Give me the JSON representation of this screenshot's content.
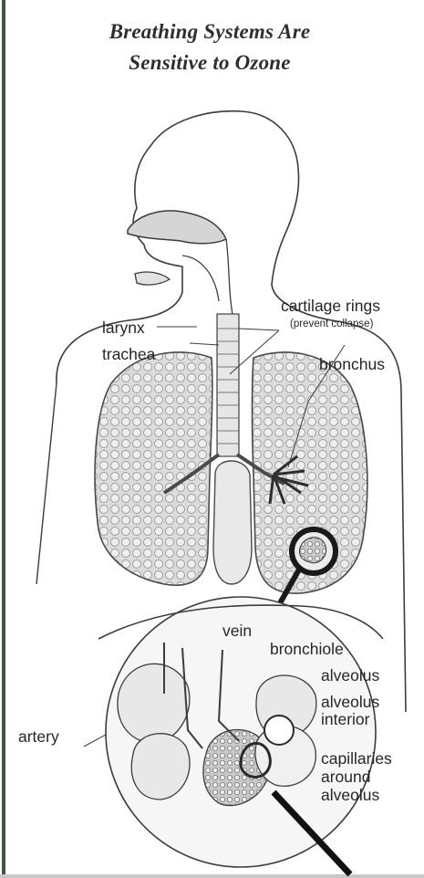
{
  "title": {
    "line1": "Breathing Systems Are",
    "line2": "Sensitive to Ozone"
  },
  "labels": {
    "larynx": "larynx",
    "trachea": "trachea",
    "cartilage_rings": "cartilage rings",
    "prevent_collapse": "(prevent collapse)",
    "bronchus": "bronchus",
    "vein": "vein",
    "bronchiole": "bronchiole",
    "alveolus": "alveolus",
    "alveolus_interior_1": "alveolus",
    "alveolus_interior_2": "interior",
    "artery": "artery",
    "capillaries_1": "capillaries",
    "capillaries_2": "around",
    "capillaries_3": "alveolus"
  },
  "colors": {
    "border_left": "#3a5a3a",
    "ink": "#3c3c3c",
    "lung_fill": "#d9d9d9",
    "trachea_fill": "#e6e6e6"
  }
}
